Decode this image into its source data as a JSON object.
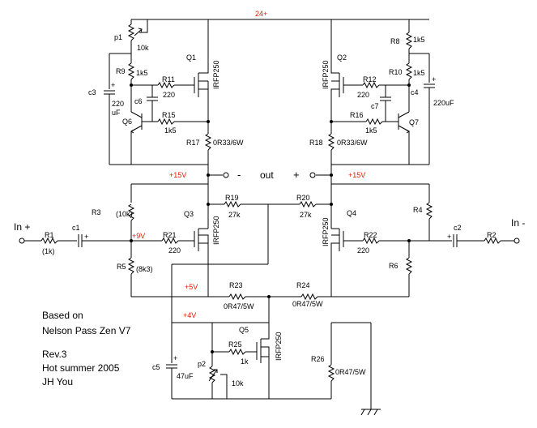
{
  "rails": {
    "v24": "24+",
    "v15_left": "+15V",
    "v15_right": "+15V",
    "v9": "+9V",
    "v5": "+5V",
    "v4": "+4V"
  },
  "output": {
    "label": "out",
    "minus": "-",
    "plus": "+"
  },
  "inputs": {
    "in_plus": "In +",
    "in_minus": "In -"
  },
  "components": {
    "p1": "p1",
    "p1_val": "10k",
    "r9": "R9",
    "r9_val": "1k5",
    "q1": "Q1",
    "q1_type": "IRFP250",
    "r11": "R11",
    "r11_val": "220",
    "c3": "c3",
    "c3_val1": "220",
    "c3_val2": "uF",
    "c6": "c6",
    "r15": "R15",
    "r15_val": "1k5",
    "q6": "Q6",
    "r17": "R17",
    "r17_val": "0R33/6W",
    "r8": "R8",
    "r8_val": "1k5",
    "q2": "Q2",
    "q2_type": "IRFP250",
    "r10": "R10",
    "r10_val": "1k5",
    "c4": "c4",
    "c4_val": "220uF",
    "r12": "R12",
    "r12_val": "220",
    "c7": "c7",
    "r16": "R16",
    "r16_val": "1k5",
    "q7": "Q7",
    "r18": "R18",
    "r18_val": "0R33/6W",
    "r3": "R3",
    "r3_val": "(10k)",
    "q3": "Q3",
    "q3_type": "IRFP250",
    "r19": "R19",
    "r19_val": "27k",
    "r20": "R20",
    "r20_val": "27k",
    "q4": "Q4",
    "q4_type": "IRFP250",
    "r4": "R4",
    "r1": "R1",
    "r1_val": "(1k)",
    "c1": "c1",
    "r21": "R21",
    "r21_val": "220",
    "r22": "R22",
    "r22_val": "220",
    "c2": "c2",
    "r2": "R2",
    "r5": "R5",
    "r5_val": "(8k3)",
    "r6": "R6",
    "r23": "R23",
    "r23_val": "0R47/5W",
    "r24": "R24",
    "r24_val": "0R47/5W",
    "q5": "Q5",
    "q5_type": "IRFP250",
    "r25": "R25",
    "r25_val": "1k",
    "c5": "c5",
    "c5_val": "47uF",
    "p2": "p2",
    "p2_val": "10k",
    "r26": "R26",
    "r26_val": "0R47/5W"
  },
  "notes": {
    "line1": "Based on",
    "line2": "Nelson Pass Zen V7",
    "line3": "Rev.3",
    "line4": "Hot summer 2005",
    "line5": "JH You"
  }
}
